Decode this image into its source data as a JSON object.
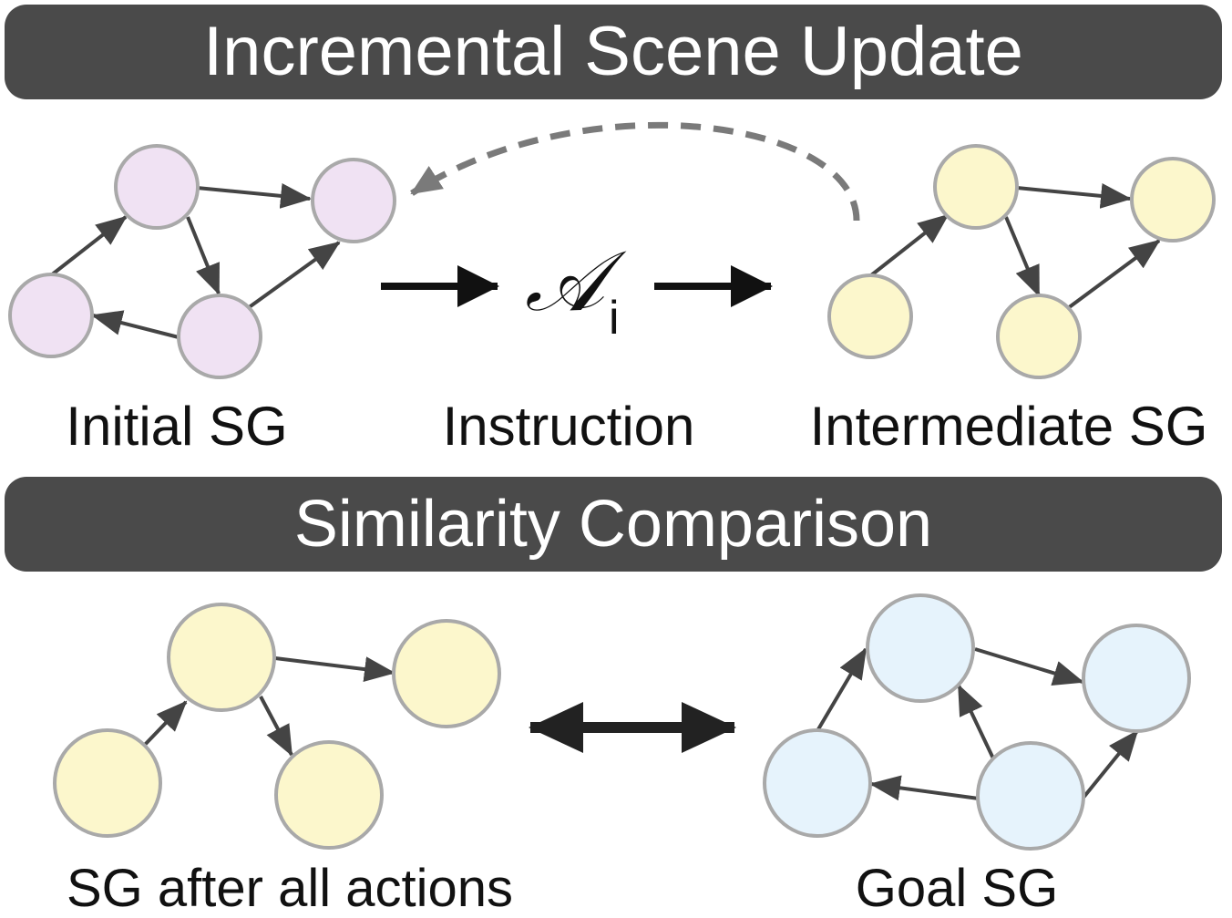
{
  "banners": {
    "top": "Incremental Scene Update",
    "bottom": "Similarity Comparison"
  },
  "labels": {
    "initial_sg": "Initial SG",
    "instruction": "Instruction",
    "intermediate_sg": "Intermediate SG",
    "sg_after_actions": "SG after all actions",
    "goal_sg": "Goal SG"
  },
  "instruction_symbol": {
    "letter": "𝒜",
    "subscript": "i"
  },
  "colors": {
    "banner_bg": "#4a4a4a",
    "initial_node_fill": "#f0e2f3",
    "intermediate_node_fill": "#fcf7cc",
    "goal_node_fill": "#e6f3fc",
    "node_stroke": "#a9a9a9",
    "edge": "#444444",
    "feedback_arrow": "#7a7a7a"
  }
}
